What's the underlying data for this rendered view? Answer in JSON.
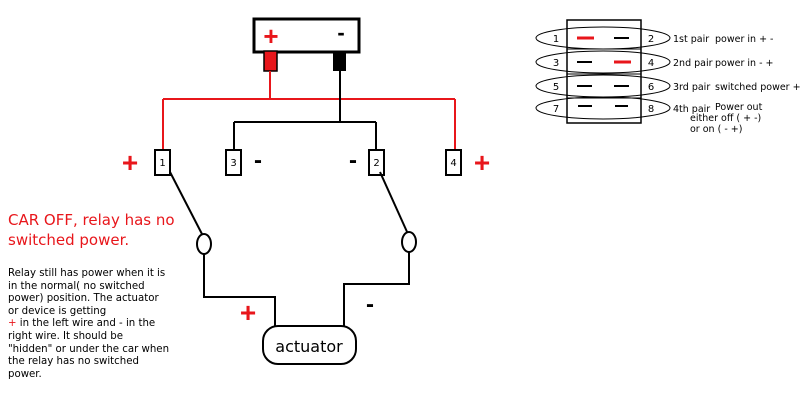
{
  "battery": {
    "plus": "+",
    "minus": "-"
  },
  "relay": {
    "terminals": [
      "1",
      "3",
      "2",
      "4"
    ],
    "signs": [
      "+",
      "-",
      "-",
      "+"
    ]
  },
  "actuator": {
    "label": "actuator",
    "left_sign": "+",
    "right_sign": "-"
  },
  "heading": "CAR OFF, relay has no switched power.",
  "note": {
    "line1": "Relay still has power when it is in the normal( no switched power) position. The actuator or device is getting",
    "plus": "+",
    "line2": " in the left wire and - in the right wire. It should be \"hidden\" or under the car when the relay has no switched power."
  },
  "legend": {
    "rows": [
      {
        "left": "1",
        "right": "2",
        "label": "1st pair",
        "desc": "power in  +  -"
      },
      {
        "left": "3",
        "right": "4",
        "label": "2nd pair",
        "desc": "power in   -  +"
      },
      {
        "left": "5",
        "right": "6",
        "label": "3rd pair",
        "desc": "switched power + -"
      },
      {
        "left": "7",
        "right": "8",
        "label": "4th pair",
        "desc": "Power out"
      }
    ],
    "desc_extra1": "either off ( + -)",
    "desc_extra2": "or on         ( - +)"
  },
  "colors": {
    "wire_positive": "#e8161b",
    "wire_negative": "#000000"
  }
}
